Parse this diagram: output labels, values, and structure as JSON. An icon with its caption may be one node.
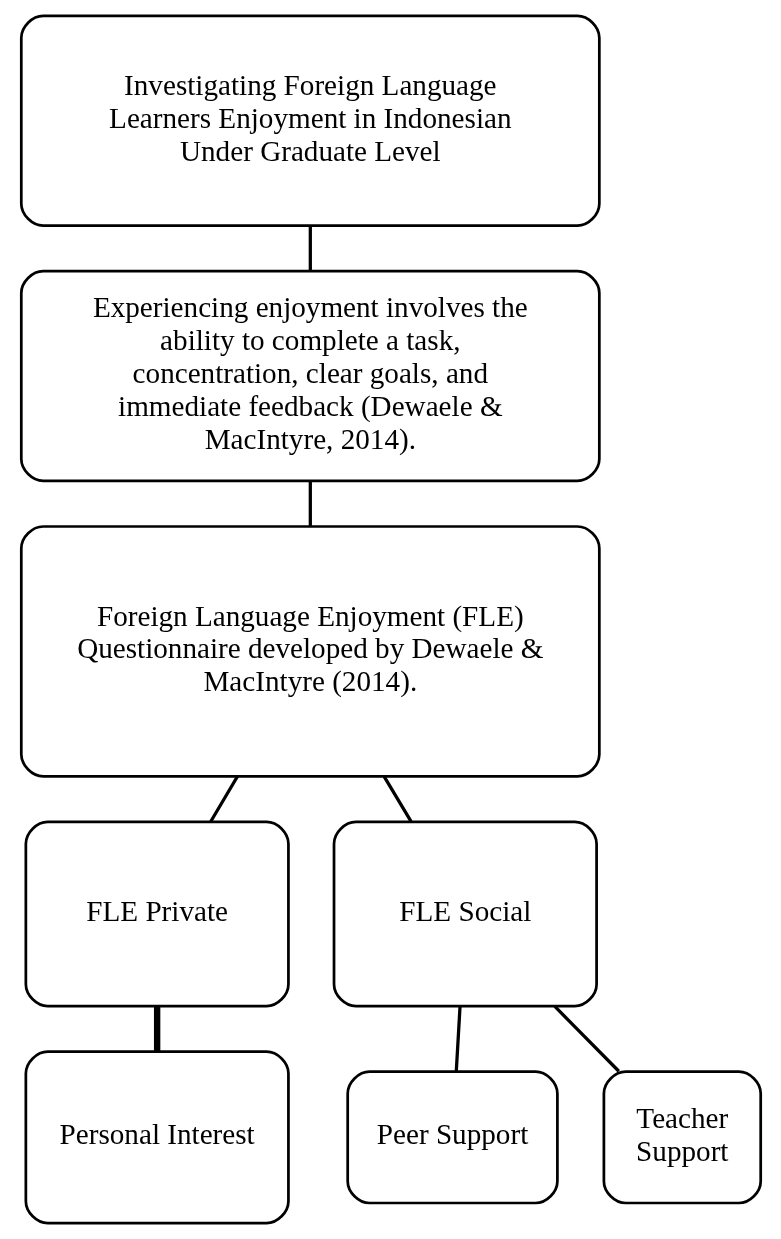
{
  "diagram": {
    "nodes": [
      {
        "text": [
          "Investigating Foreign Language Learners Enjoyment in Indonesian Under Graduate Level"
        ]
      },
      {
        "text": [
          "Experiencing enjoyment involves the ability to complete a task, concentration, clear goals, and immediate feedback (Dewaele & MacIntyre, 2014)."
        ]
      },
      {
        "text": [
          "Foreign Language Enjoyment (FLE) Questionnaire developed by Dewaele & MacIntyre (2014)."
        ]
      },
      {
        "text": [
          "FLE Private"
        ]
      },
      {
        "text": [
          "FLE Social"
        ]
      },
      {
        "text": [
          "Personal Interest"
        ]
      },
      {
        "text": [
          "Peer Support"
        ]
      },
      {
        "text": [
          "Teacher Support"
        ]
      }
    ],
    "edges": [
      {
        "from": 0,
        "to": 1,
        "arrow": "none"
      },
      {
        "from": 1,
        "to": 2,
        "arrow": "none"
      },
      {
        "from": 2,
        "to": 3,
        "arrow": "none"
      },
      {
        "from": 2,
        "to": 4,
        "arrow": "none"
      },
      {
        "from": 3,
        "to": 5,
        "arrow": "none",
        "style": "thick"
      },
      {
        "from": 4,
        "to": 6,
        "arrow": "none"
      },
      {
        "from": 4,
        "to": 7,
        "arrow": "none"
      }
    ]
  }
}
